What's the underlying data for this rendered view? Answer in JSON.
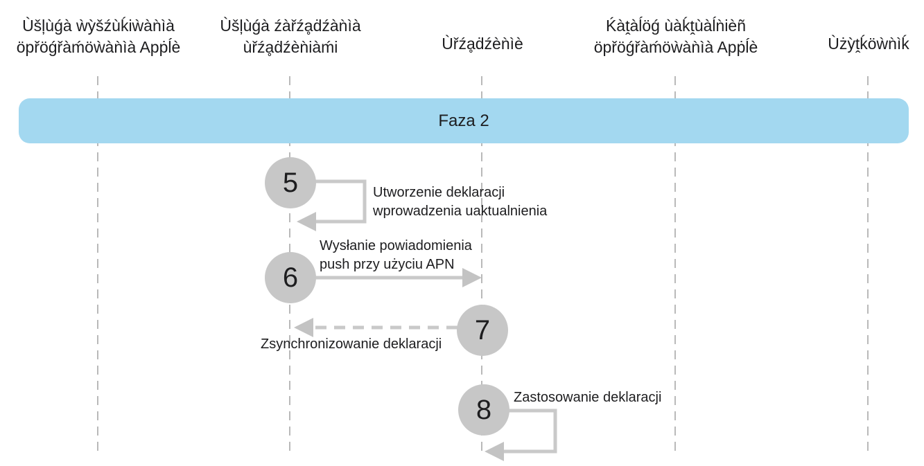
{
  "diagram": {
    "banner": {
      "label": "Faza 2",
      "color": "#a3d8f0"
    },
    "colors": {
      "circle": "#c7c7c7",
      "arrow_line": "#c9c9c9",
      "arrowhead": "#c3c3c3",
      "lifeline": "#b9b9b9",
      "text": "#1d1d1f"
    },
    "lanes": [
      {
        "id": "apple-software-lookup-service",
        "lines": [
          "Ùšļùǵà ẁỳšźùḱiẁàǹìà",
          "öpřöǵřàḿöẁàǹìà Apṗĺè"
        ]
      },
      {
        "id": "device-management-service",
        "lines": [
          "Ùšļùǵà źàřźḁḋźàǹìà",
          "ùřźḁḋźèǹiàḿi"
        ]
      },
      {
        "id": "device",
        "lines": [
          "Ùřźḁḋźèǹìè"
        ]
      },
      {
        "id": "apple-software-update-catalog",
        "lines": [
          "Ḱàṱàĺöǵ ùàḱṱùàĺǹièñ",
          "öpřöǵřàḿöẁàǹìà Apṗĺè"
        ]
      },
      {
        "id": "user",
        "lines": [
          "Ùżỳṱḱöẁǹìḱ"
        ]
      }
    ],
    "steps": [
      {
        "number": "5",
        "type": "self-loop",
        "lane": "device-management-service",
        "label_lines": [
          "Utworzenie deklaracji",
          "wprowadzenia uaktualnienia"
        ]
      },
      {
        "number": "6",
        "type": "arrow-solid",
        "from": "device-management-service",
        "to": "device",
        "label_lines": [
          "Wysłanie powiadomienia",
          "push przy użyciu APN"
        ]
      },
      {
        "number": "7",
        "type": "arrow-dashed",
        "from": "device",
        "to": "device-management-service",
        "label_lines": [
          "Zsynchronizowanie deklaracji"
        ]
      },
      {
        "number": "8",
        "type": "self-loop",
        "lane": "device",
        "label_lines": [
          "Zastosowanie deklaracji"
        ]
      }
    ]
  }
}
